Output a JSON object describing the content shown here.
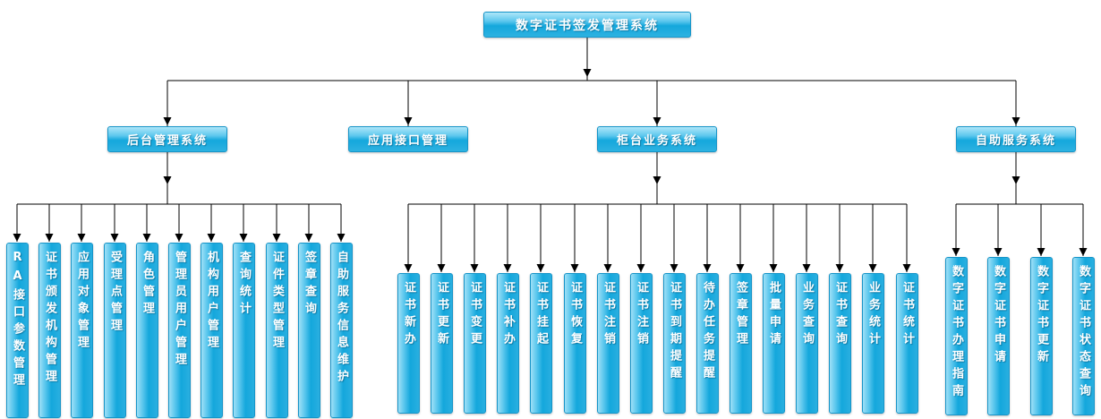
{
  "root": {
    "label": "数字证书签发管理系统"
  },
  "branches": [
    {
      "id": "backend-management",
      "label": "后台管理系统",
      "children": [
        "RA接口参数管理",
        "证书颁发机构管理",
        "应用对象管理",
        "受理点管理",
        "角色管理",
        "管理员用户管理",
        "机构用户管理",
        "查询统计",
        "证件类型管理",
        "签章查询",
        "自助服务信息维护"
      ]
    },
    {
      "id": "api-management",
      "label": "应用接口管理",
      "children": []
    },
    {
      "id": "counter-business",
      "label": "柜台业务系统",
      "children": [
        "证书新办",
        "证书更新",
        "证书变更",
        "证书补办",
        "证书挂起",
        "证书恢复",
        "证书注销",
        "证书注销",
        "证书到期提醒",
        "待办任务提醒",
        "签章管理",
        "批量申请",
        "业务查询",
        "证书查询",
        "业务统计",
        "证书统计"
      ]
    },
    {
      "id": "self-service",
      "label": "自助服务系统",
      "children": [
        "数字证书办理指南",
        "数字证书申请",
        "数字证书更新",
        "数字证书状态查询"
      ]
    }
  ],
  "colors": {
    "background": "#ffffff",
    "node_fill": "#14a7dc",
    "node_border": "#1694c8",
    "node_text": "#ffffff",
    "connector": "#000000"
  }
}
